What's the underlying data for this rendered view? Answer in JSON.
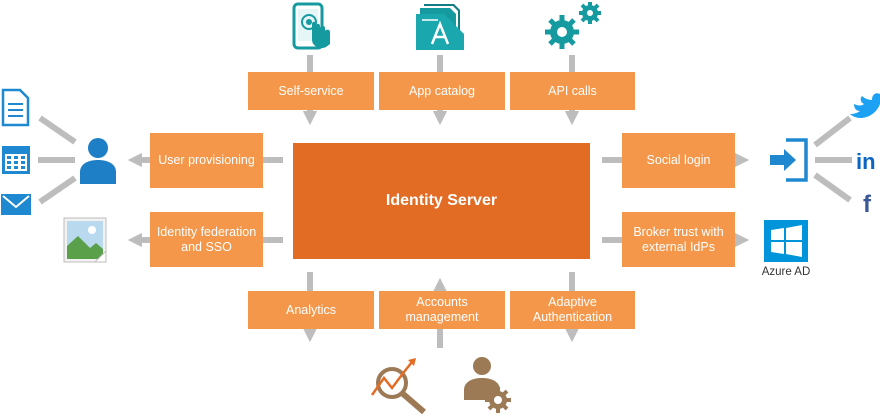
{
  "center": {
    "label": "Identity Server"
  },
  "top": [
    {
      "label": "Self-service",
      "icon": "touch-phone-icon"
    },
    {
      "label": "App catalog",
      "icon": "app-catalog-icon"
    },
    {
      "label": "API calls",
      "icon": "gears-icon"
    }
  ],
  "left": [
    {
      "label": "User provisioning"
    },
    {
      "label": "Identity federation and SSO"
    }
  ],
  "right": [
    {
      "label": "Social login"
    },
    {
      "label": "Broker trust with external IdPs"
    }
  ],
  "bottom": [
    {
      "label": "Analytics",
      "icon": "analytics-magnifier-icon"
    },
    {
      "label": "Accounts management",
      "icon": "user-settings-icon"
    },
    {
      "label": "Adaptive Authentication"
    }
  ],
  "external": {
    "azure_label": "Azure AD",
    "twitter_icon": "twitter-icon",
    "linkedin_icon": "linkedin-icon",
    "facebook_icon": "facebook-icon",
    "linkedin_text": "in",
    "facebook_text": "f"
  },
  "colors": {
    "box": "#F4974A",
    "core": "#E36C25",
    "arrow": "#BDBDBD",
    "teal": "#159AA0",
    "blue": "#1E88D0",
    "user": "#1E7FC6",
    "tan": "#9C7A56"
  }
}
